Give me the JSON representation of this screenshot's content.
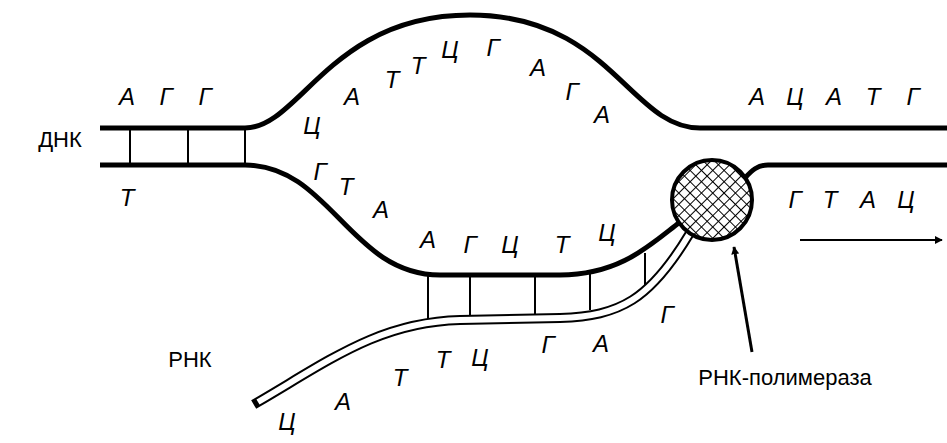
{
  "diagram": {
    "labels": [
      "ДНК",
      "А",
      "Г",
      "Г",
      "Ц",
      "А",
      "Т",
      "Т",
      "Ц",
      "Г",
      "А",
      "Г",
      "А",
      "А",
      "Ц",
      "А",
      "Т",
      "Г",
      "Т",
      "Г",
      "Т",
      "А",
      "А",
      "Г",
      "Ц",
      "Т",
      "Ц",
      "Г",
      "Т",
      "А",
      "Ц",
      "РНК",
      "Ц",
      "А",
      "Т",
      "Т",
      "Ц",
      "Г",
      "А",
      "Г",
      "РНК-полимераза"
    ]
  }
}
